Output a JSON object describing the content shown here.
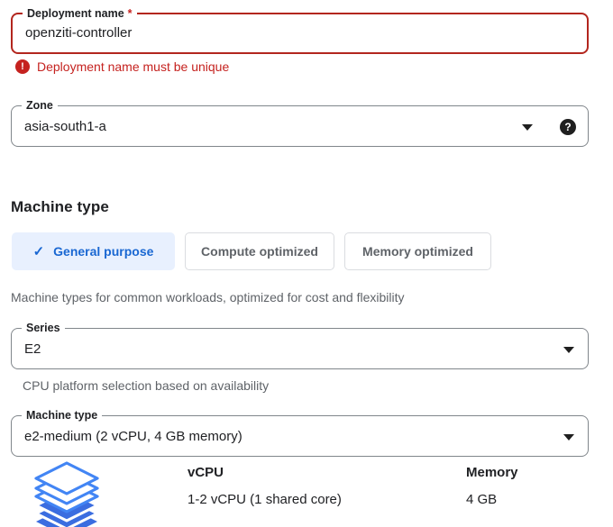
{
  "form": {
    "deployment": {
      "label": "Deployment name",
      "required_marker": "*",
      "value": "openziti-controller",
      "error": "Deployment name must be unique"
    },
    "zone": {
      "label": "Zone",
      "value": "asia-south1-a"
    },
    "machine": {
      "heading": "Machine type",
      "tabs": [
        {
          "label": "General purpose",
          "selected": true
        },
        {
          "label": "Compute optimized",
          "selected": false
        },
        {
          "label": "Memory optimized",
          "selected": false
        }
      ],
      "description": "Machine types for common workloads, optimized for cost and flexibility",
      "series": {
        "label": "Series",
        "value": "E2",
        "helper": "CPU platform selection based on availability"
      },
      "machine_type": {
        "label": "Machine type",
        "value": "e2-medium (2 vCPU, 4 GB memory)"
      },
      "specs": {
        "vcpu_label": "vCPU",
        "vcpu_value": "1-2 vCPU (1 shared core)",
        "memory_label": "Memory",
        "memory_value": "4 GB"
      }
    }
  },
  "icons": {
    "check": "✓",
    "help": "?",
    "error": "!"
  },
  "colors": {
    "error_text": "#c5221f",
    "error_border": "#b3261e",
    "field_border": "#80868b",
    "accent_blue": "#1967d2",
    "tab_selected_bg": "#e8f0fe",
    "icon_outline_blue": "#4285f4",
    "icon_fill_blue": "#3b6de0",
    "muted_text": "#5f6368"
  }
}
